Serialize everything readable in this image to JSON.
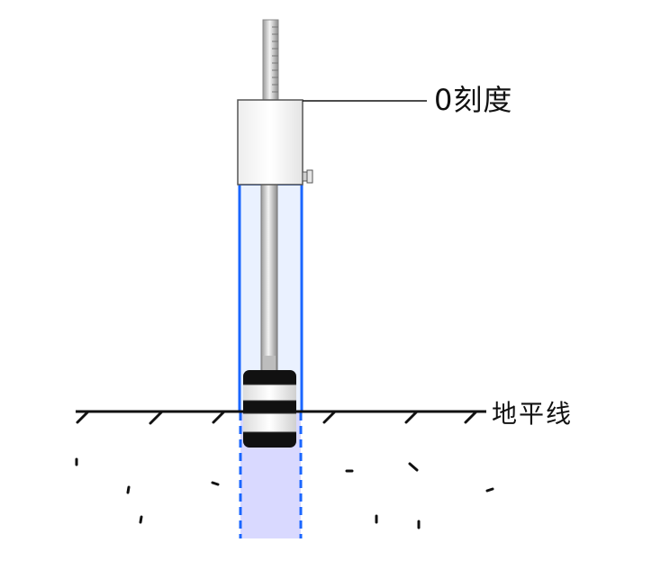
{
  "labels": {
    "zero_mark": "0刻度",
    "ground_line": "地平线"
  },
  "colors": {
    "tube_outline": "#1a66ff",
    "tube_fill_below": "#d9d9ff",
    "ink": "#111111",
    "weight_band_dark": "#111111",
    "weight_band_light": "#f2f2f2"
  },
  "icons": {
    "ground_texture": "soil-dash-marks",
    "knob": "set-screw-knob"
  }
}
